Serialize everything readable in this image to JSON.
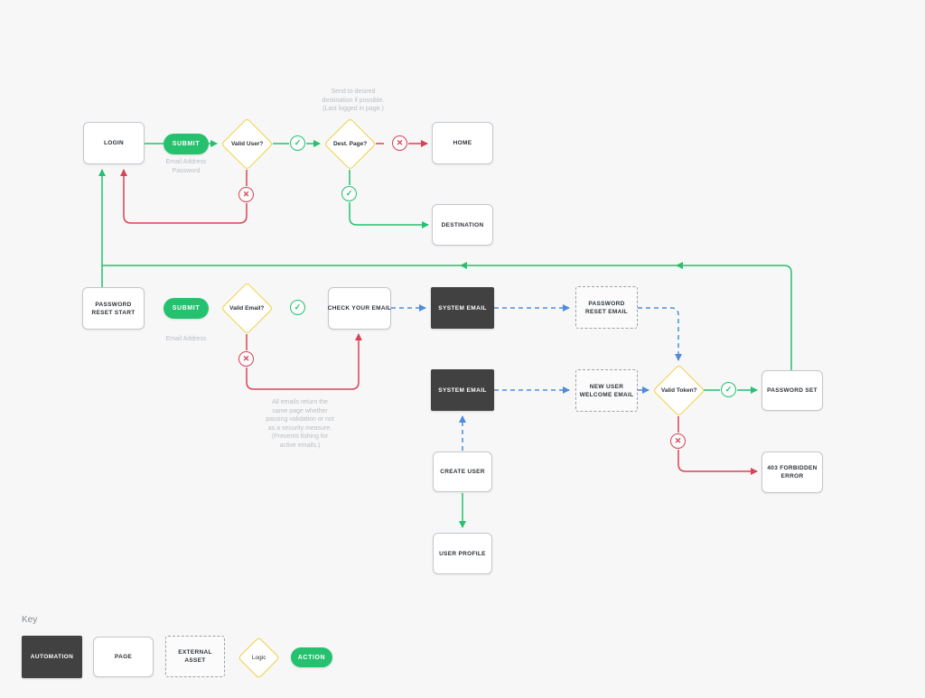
{
  "colors": {
    "bg": "#f7f7f8",
    "green": "#25c16f",
    "red": "#d84355",
    "yellow": "#f0cf3e",
    "blue": "#4e8cdb",
    "dark": "#414141",
    "box_border": "#c3c7cc",
    "text": "#2e3338",
    "muted": "#b9bec4"
  },
  "icons": {
    "check": "✓",
    "cross": "✕"
  },
  "flow": {
    "login": "LOGIN",
    "submit": "SUBMIT",
    "submit_sub_email": "Email Address",
    "submit_sub_password": "Password",
    "valid_user": "Valid User?",
    "dest_page": "Dest. Page?",
    "home": "HOME",
    "destination": "DESTINATION",
    "password_reset_start": "PASSWORD RESET START",
    "valid_email": "Valid Email?",
    "check_your_email": "CHECK YOUR EMAIL",
    "system_email": "SYSTEM EMAIL",
    "password_reset_email": "PASSWORD RESET EMAIL",
    "new_user_welcome_email": "NEW USER WELCOME EMAIL",
    "valid_token": "Valid Token?",
    "password_set": "PASSWORD SET",
    "forbidden_error": "403 FORBIDDEN ERROR",
    "create_user": "CREATE USER",
    "user_profile": "USER PROFILE"
  },
  "notes": {
    "top": [
      "Send to desired",
      "destination if possible.",
      "(Last logged in page.)"
    ],
    "middle": [
      "All emails return the",
      "same page whether",
      "passing validation or not",
      "as a security measure.",
      "(Prevents fishing for",
      "active emails.)"
    ]
  },
  "key": {
    "title": "Key",
    "automation": "AUTOMATION",
    "page": "PAGE",
    "external_asset": "EXTERNAL ASSET",
    "logic": "Logic",
    "action": "ACTION"
  }
}
